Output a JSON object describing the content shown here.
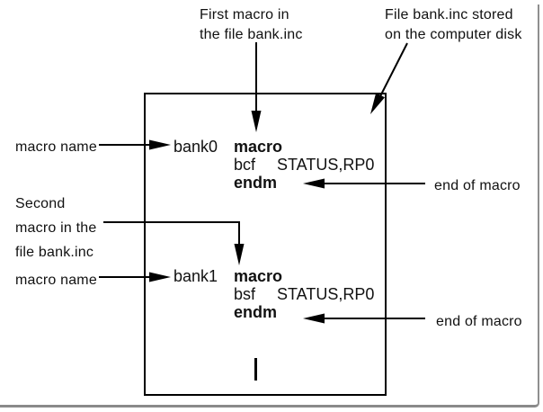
{
  "canvas": {
    "background_color": "#ffffff",
    "line_color": "#000000",
    "shadow_color": "#8f8f8f"
  },
  "annotations": {
    "first_macro": {
      "line1": "First macro in",
      "line2": "the file bank.inc"
    },
    "file_stored": {
      "line1": "File bank.inc stored",
      "line2": "on the computer disk"
    },
    "macro_name_top": "macro name",
    "second_macro": {
      "line1": "Second",
      "line2": "macro in the",
      "line3": "file bank.inc"
    },
    "macro_name_bottom": "macro name",
    "end_of_macro_top": "end of macro",
    "end_of_macro_bottom": "end of macro"
  },
  "code": {
    "macro1": {
      "name": "bank0",
      "keyword": "macro",
      "opcode": "bcf",
      "operands": "STATUS,RP0",
      "end_keyword": "endm"
    },
    "macro2": {
      "name": "bank1",
      "keyword": "macro",
      "opcode": "bsf",
      "operands": "STATUS,RP0",
      "end_keyword": "endm"
    }
  }
}
